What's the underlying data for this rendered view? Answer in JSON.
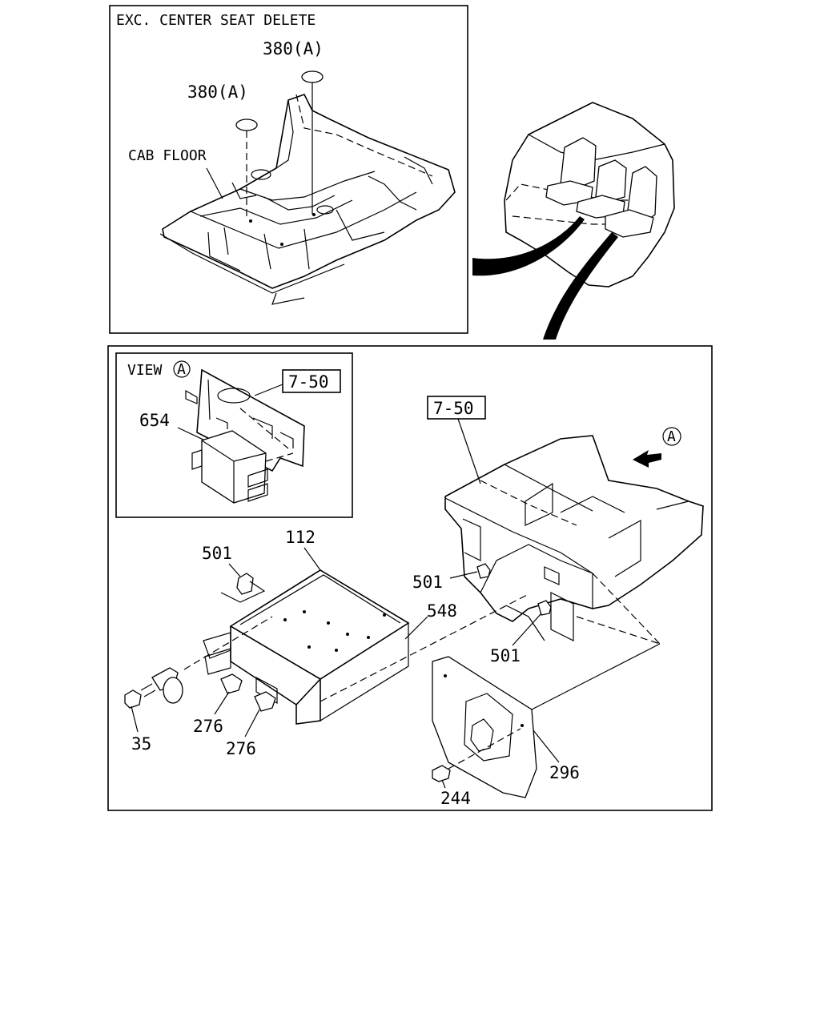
{
  "top_panel": {
    "title": "EXC. CENTER SEAT DELETE",
    "cab_floor_label": "CAB FLOOR",
    "callout_380_upper": "380(A)",
    "callout_380_lower": "380(A)"
  },
  "view_panel": {
    "view_label": "VIEW",
    "view_marker": "A",
    "ref_box": "7-50",
    "part_654": "654"
  },
  "main_panel": {
    "ref_box": "7-50",
    "view_marker": "A",
    "parts": {
      "p112": "112",
      "p501_left": "501",
      "p501_mid": "501",
      "p501_right": "501",
      "p548": "548",
      "p35": "35",
      "p276_a": "276",
      "p276_b": "276",
      "p296": "296",
      "p244": "244"
    }
  }
}
